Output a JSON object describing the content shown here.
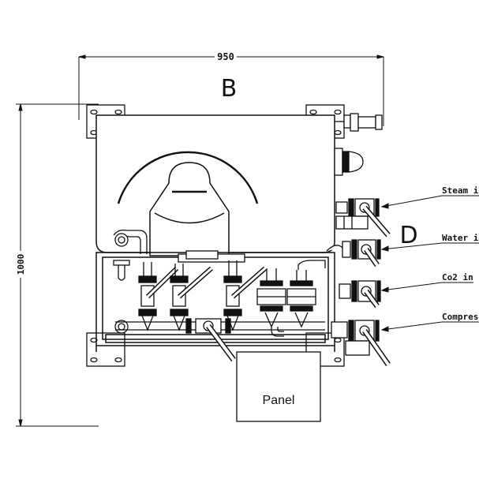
{
  "drawing": {
    "width_dim": "950",
    "height_dim": "1000",
    "view_top": "B",
    "view_right": "D",
    "panel_label": "Panel",
    "labels": {
      "steam": "Steam in",
      "water": "Water in",
      "co2": "Co2 in",
      "compress": "Compress"
    },
    "line_color": "#111111",
    "background": "#ffffff"
  }
}
